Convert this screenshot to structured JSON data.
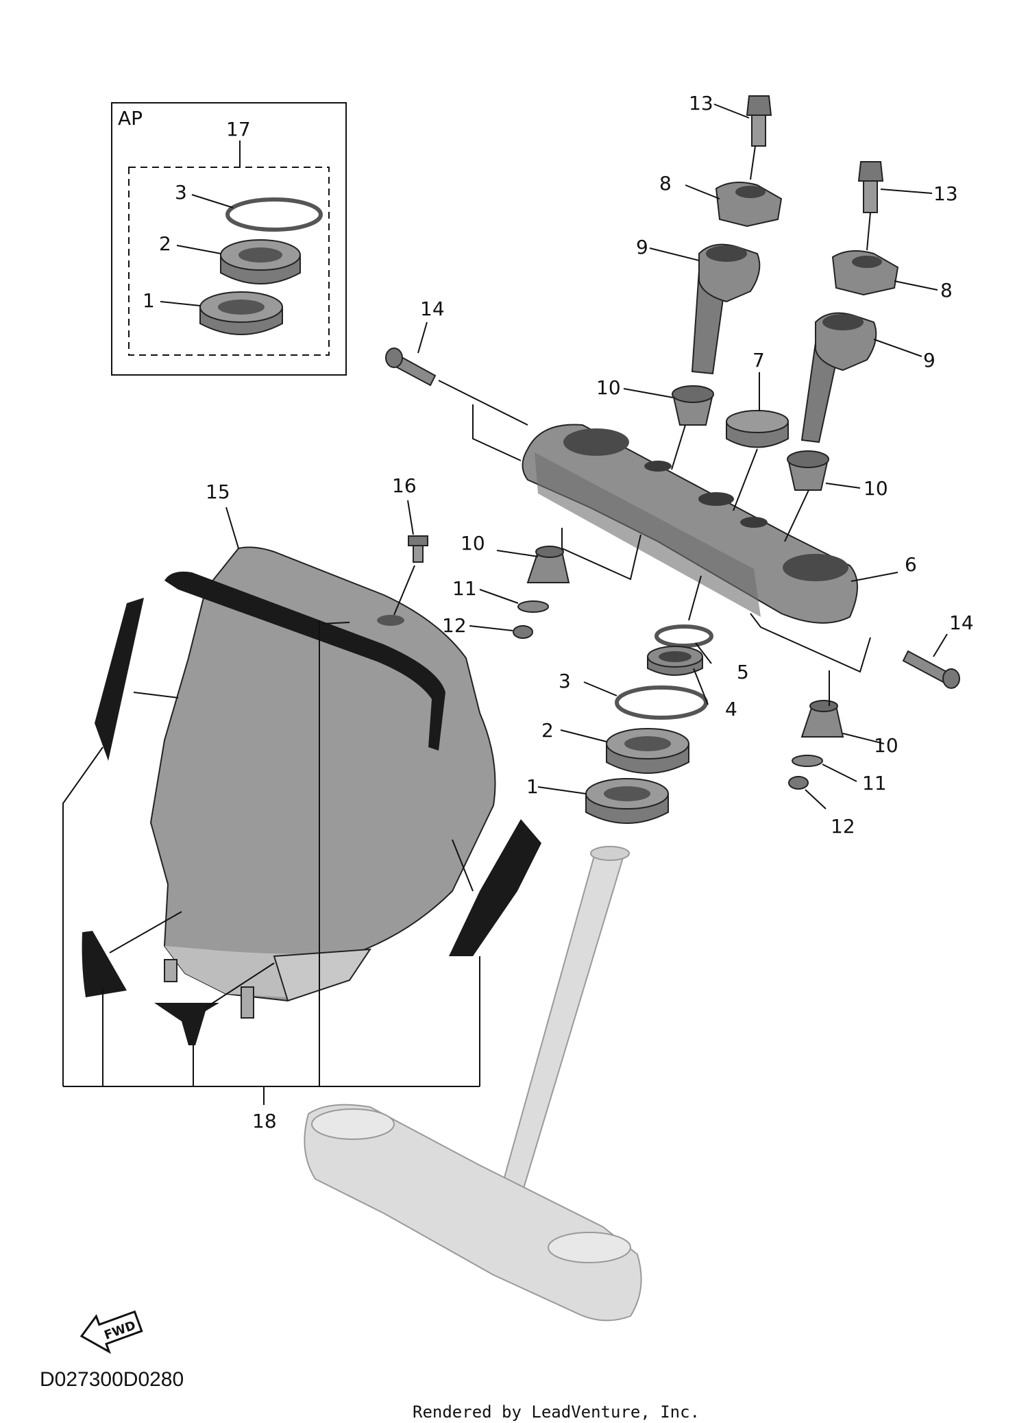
{
  "inset": {
    "title": "AP",
    "kit_number": "17",
    "labels": [
      "3",
      "2",
      "1"
    ]
  },
  "callouts": {
    "c13a": "13",
    "c8a": "8",
    "c13b": "13",
    "c9a": "9",
    "c8b": "8",
    "c14a": "14",
    "c9b": "9",
    "c10a": "10",
    "c7": "7",
    "c10b": "10",
    "c15": "15",
    "c16": "16",
    "c6": "6",
    "c10c": "10",
    "c11a": "11",
    "c12a": "12",
    "c5": "5",
    "c3": "3",
    "c4": "4",
    "c14b": "14",
    "c2": "2",
    "c10d": "10",
    "c11b": "11",
    "c1": "1",
    "c12b": "12",
    "c18": "18"
  },
  "fwd_label": "FWD",
  "diagram_code": "D027300D0280",
  "credit": "Rendered by LeadVenture, Inc.",
  "colors": {
    "part_fill": "#8f8f8f",
    "part_dark": "#4a4a4a",
    "lower_part": "#dcdcdc",
    "decal": "#1a1a1a"
  }
}
